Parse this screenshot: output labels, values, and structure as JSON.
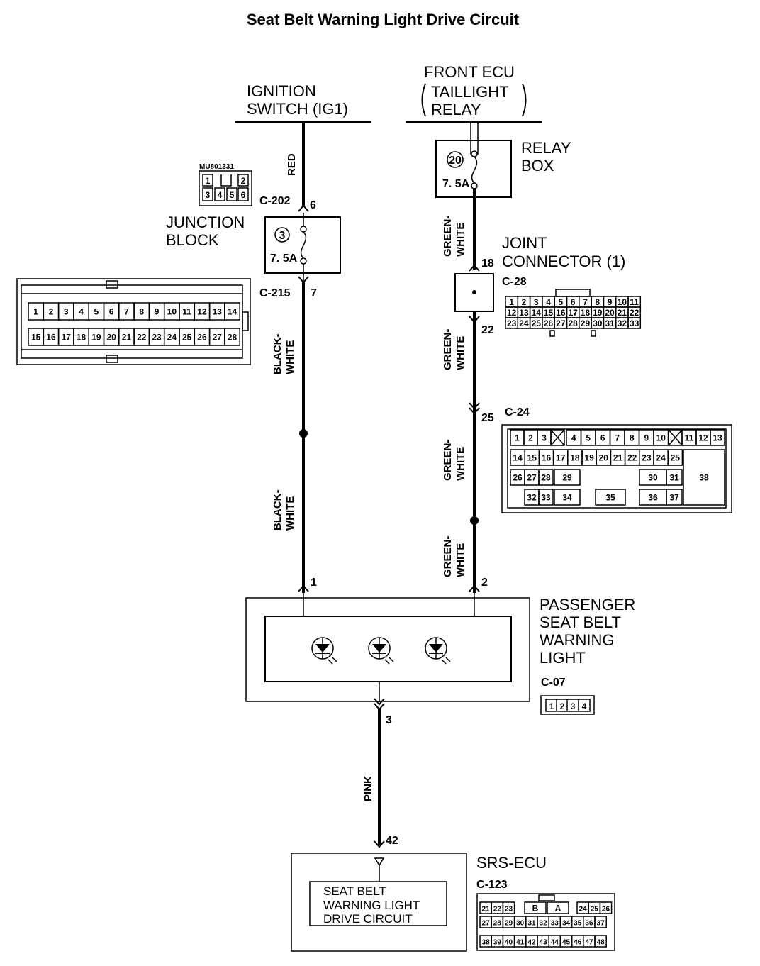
{
  "title": "Seat Belt Warning Light Drive Circuit",
  "ignition": {
    "line1": "IGNITION",
    "line2": "SWITCH (IG1)"
  },
  "front_ecu": {
    "line1": "FRONT ECU",
    "line2": "TAILLIGHT",
    "line3": "RELAY"
  },
  "relay_box": {
    "line1": "RELAY",
    "line2": "BOX",
    "fuse_no": "20",
    "fuse_rating": "7. 5A"
  },
  "junction_block": {
    "line1": "JUNCTION",
    "line2": "BLOCK",
    "fuse_no": "3",
    "fuse_rating": "7. 5A",
    "part_no": "MU801331",
    "part_pins": [
      "1",
      "2",
      "3",
      "4",
      "5",
      "6"
    ]
  },
  "joint_connector": {
    "line1": "JOINT",
    "line2": "CONNECTOR (1)"
  },
  "connectors": {
    "c202": "C-202",
    "c215": "C-215",
    "c28": "C-28",
    "c24": "C-24",
    "c07": "C-07",
    "c123": "C-123"
  },
  "pins": {
    "p6": "6",
    "p7": "7",
    "p18": "18",
    "p22": "22",
    "p25": "25",
    "p1": "1",
    "p2": "2",
    "p3": "3",
    "p42": "42"
  },
  "wires": {
    "red": "RED",
    "black_white": "BLACK-",
    "white": "WHITE",
    "green_white": "GREEN-",
    "pink": "PINK"
  },
  "passenger_light": {
    "line1": "PASSENGER",
    "line2": "SEAT BELT",
    "line3": "WARNING",
    "line4": "LIGHT"
  },
  "srs_ecu": {
    "title": "SRS-ECU",
    "inner1": "SEAT BELT",
    "inner2": "WARNING LIGHT",
    "inner3": "DRIVE CIRCUIT"
  },
  "c215_pins": {
    "row1": [
      "1",
      "2",
      "3",
      "4",
      "5",
      "6",
      "7",
      "8",
      "9",
      "10",
      "11",
      "12",
      "13",
      "14"
    ],
    "row2": [
      "15",
      "16",
      "17",
      "18",
      "19",
      "20",
      "21",
      "22",
      "23",
      "24",
      "25",
      "26",
      "27",
      "28"
    ]
  },
  "c28_pins": {
    "row1": [
      "1",
      "2",
      "3",
      "4",
      "5",
      "6",
      "7",
      "8",
      "9",
      "10",
      "11"
    ],
    "row2": [
      "12",
      "13",
      "14",
      "15",
      "16",
      "17",
      "18",
      "19",
      "20",
      "21",
      "22"
    ],
    "row3": [
      "23",
      "24",
      "25",
      "26",
      "27",
      "28",
      "29",
      "30",
      "31",
      "32",
      "33"
    ]
  },
  "c24_pins": {
    "row1": [
      "1",
      "2",
      "3",
      "4",
      "5",
      "6",
      "7",
      "8",
      "9",
      "10",
      "11",
      "12",
      "13"
    ],
    "row2": [
      "14",
      "15",
      "16",
      "17",
      "18",
      "19",
      "20",
      "21",
      "22",
      "23",
      "24",
      "25"
    ],
    "row3": [
      "26",
      "27",
      "28",
      "29",
      "30",
      "31",
      "38"
    ],
    "row4": [
      "32",
      "33",
      "34",
      "35",
      "36",
      "37"
    ]
  },
  "c07_pins": [
    "1",
    "2",
    "3",
    "4"
  ],
  "c123_pins": {
    "row1": [
      "21",
      "22",
      "23",
      "B",
      "A",
      "24",
      "25",
      "26"
    ],
    "row2": [
      "27",
      "28",
      "29",
      "30",
      "31",
      "32",
      "33",
      "34",
      "35",
      "36",
      "37"
    ],
    "row3": [
      "38",
      "39",
      "40",
      "41",
      "42",
      "43",
      "44",
      "45",
      "46",
      "47",
      "48"
    ]
  }
}
